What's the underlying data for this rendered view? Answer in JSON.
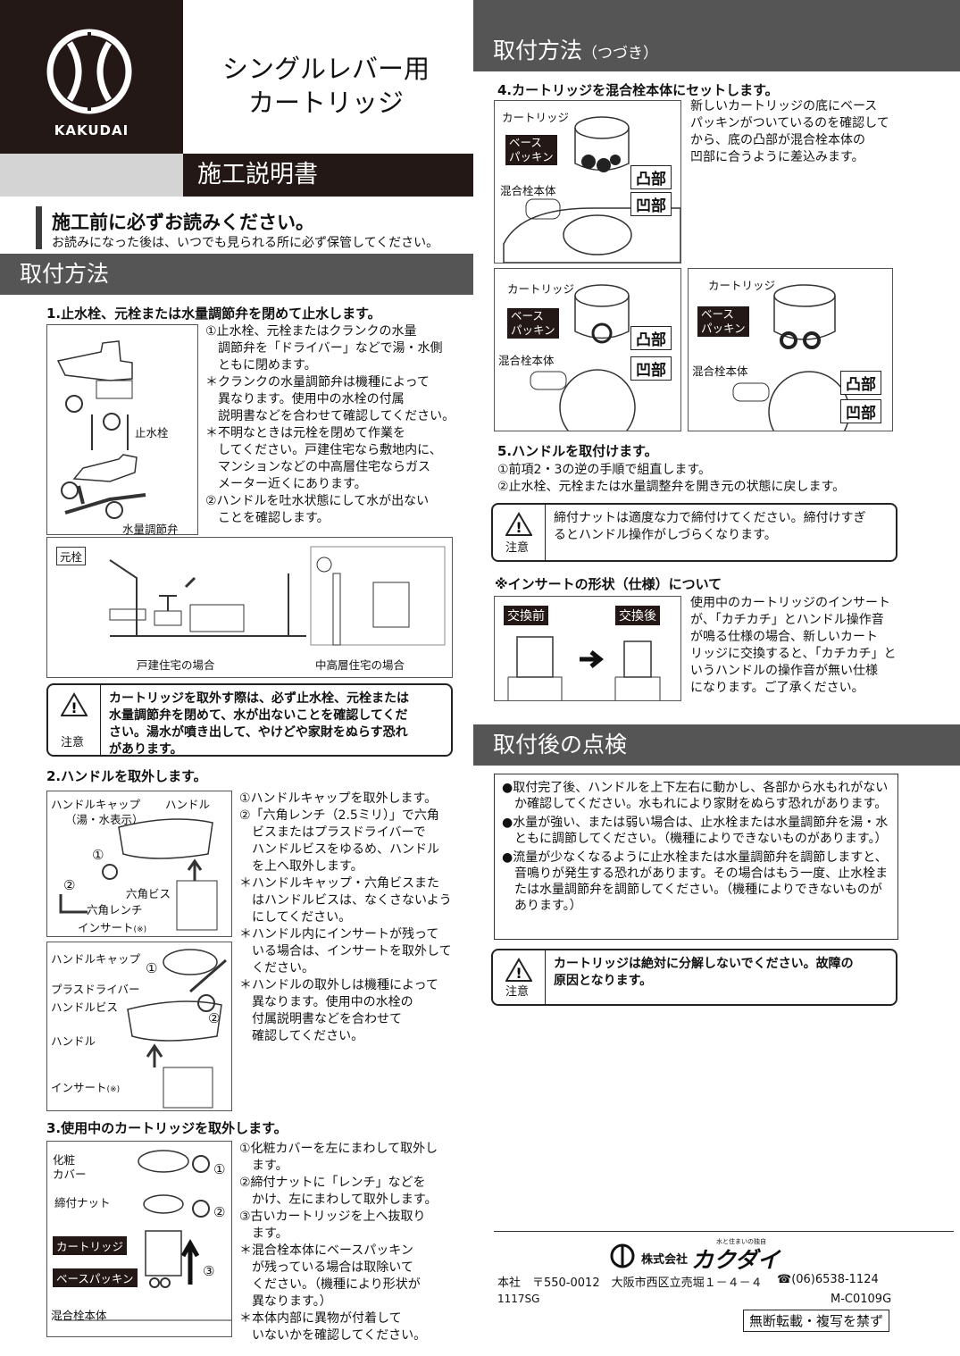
{
  "header": {
    "brand": "KAKUDAI",
    "title_line1": "シングルレバー用",
    "title_line2": "カートリッジ",
    "manual_label": "施工説明書",
    "read_heading": "施工前に必ずお読みください。",
    "read_sub": "お読みになった後は、いつでも見られる所に必ず保管してください。"
  },
  "sec_install": {
    "heading": "取付方法",
    "step1": {
      "title": "1.止水栓、元栓または水量調節弁を閉めて止水します。",
      "lines": [
        "①止水栓、元栓またはクランクの水量",
        "　調節弁を「ドライバー」などで湯・水側",
        "　ともに閉めます。",
        "＊クランクの水量調節弁は機種によって",
        "　異なります。使用中の水栓の付属",
        "　説明書などを合わせて確認してください。",
        "＊不明なときは元栓を閉めて作業を",
        "　してください。戸建住宅なら敷地内に、",
        "　マンションなどの中高層住宅ならガス",
        "　メーター近くにあります。",
        "②ハンドルを吐水状態にして水が出ない",
        "　ことを確認します。"
      ],
      "fig_labels": {
        "stop_valve": "止水栓",
        "flow_valve": "水量調節弁",
        "main_valve": "元栓",
        "house": "戸建住宅の場合",
        "apartment": "中高層住宅の場合"
      }
    },
    "caution1": {
      "word": "注意",
      "lines": [
        "カートリッジを取外す際は、必ず止水栓、元栓または",
        "水量調節弁を閉めて、水が出ないことを確認してくだ",
        "さい。湯水が噴き出して、やけどや家財をぬらす恐れ",
        "があります。"
      ]
    },
    "step2": {
      "title": "2.ハンドルを取外します。",
      "lines": [
        "①ハンドルキャップを取外します。",
        "②「六角レンチ（2.5ミリ）」で六角",
        "　ビスまたはプラスドライバーで",
        "　ハンドルビスをゆるめ、ハンドル",
        "　を上へ取外します。",
        "＊ハンドルキャップ・六角ビスまた",
        "　はハンドルビスは、なくさないよう",
        "　にしてください。",
        "＊ハンドル内にインサートが残って",
        "　いる場合は、インサートを取外して",
        "　ください。",
        "＊ハンドルの取外しは機種によって",
        "　異なります。使用中の水栓の",
        "　付属説明書などを合わせて",
        "　確認してください。"
      ],
      "fig_a": {
        "cap": "ハンドルキャップ",
        "cap_sub": "（湯・水表示）",
        "handle": "ハンドル",
        "hex_screw": "六角ビス",
        "hex_wrench": "六角レンチ",
        "insert": "インサート",
        "insert_mark": "(※)",
        "n1": "①",
        "n2": "②"
      },
      "fig_b": {
        "cap": "ハンドルキャップ",
        "driver": "プラスドライバー",
        "screw": "ハンドルビス",
        "handle": "ハンドル",
        "insert": "インサート",
        "insert_mark": "(※)",
        "n1": "①",
        "n2": "②"
      }
    },
    "step3": {
      "title": "3.使用中のカートリッジを取外します。",
      "lines": [
        "①化粧カバーを左にまわして取外し",
        "　ます。",
        "②締付ナットに「レンチ」などを",
        "　かけ、左にまわして取外します。",
        "③古いカートリッジを上へ抜取り",
        "　ます。",
        "＊混合栓本体にベースパッキン",
        "　が残っている場合は取除いて",
        "　ください。（機種により形状が",
        "　異なります。）",
        "＊本体内部に異物が付着して",
        "　いないかを確認してください。"
      ],
      "fig": {
        "cover1": "化粧",
        "cover2": "カバー",
        "nut": "締付ナット",
        "cartridge": "カートリッジ",
        "packing": "ベースパッキン",
        "body": "混合栓本体",
        "n1": "①",
        "n2": "②",
        "n3": "③"
      }
    }
  },
  "sec_install_cont": {
    "heading": "取付方法",
    "heading_sub": "（つづき）",
    "step4": {
      "title": "4.カートリッジを混合栓本体にセットします。",
      "lines": [
        "新しいカートリッジの底にベース",
        "パッキンがついているのを確認して",
        "から、底の凸部が混合栓本体の",
        "凹部に合うように差込みます。"
      ],
      "fig": {
        "cartridge": "カートリッジ",
        "packing1": "ベース",
        "packing2": "パッキン",
        "body": "混合栓本体",
        "convex": "凸部",
        "concave": "凹部"
      }
    },
    "step5": {
      "title": "5.ハンドルを取付けます。",
      "lines": [
        "①前項2・3の逆の手順で組直します。",
        "②止水栓、元栓または水量調整弁を開き元の状態に戻します。"
      ]
    },
    "caution2": {
      "word": "注意",
      "lines": [
        "締付ナットは適度な力で締付けてください。締付けすぎ",
        "るとハンドル操作がしづらくなります。"
      ]
    },
    "insert_note": {
      "title": "※インサートの形状（仕様）について",
      "before": "交換前",
      "after": "交換後",
      "lines": [
        "使用中のカートリッジのインサート",
        "が、「カチカチ」とハンドル操作音",
        "が鳴る仕様の場合、新しいカート",
        "リッジに交換すると、「カチカチ」と",
        "いうハンドルの操作音が無い仕様",
        "になります。ご了承ください。"
      ]
    }
  },
  "sec_check": {
    "heading": "取付後の点検",
    "items": [
      "●取付完了後、ハンドルを上下左右に動かし、各部から水もれがないか確認してください。水もれにより家財をぬらす恐れがあります。",
      "●水量が強い、または弱い場合は、止水栓または水量調節弁を湯・水ともに調節してください。（機種によりできないものがあります。）",
      "●流量が少なくなるように止水栓または水量調節弁を調節しますと、音鳴りが発生する恐れがあります。その場合はもう一度、止水栓または水量調節弁を調節してください。（機種によりできないものがあります。）"
    ],
    "caution": {
      "word": "注意",
      "lines": [
        "カートリッジは絶対に分解しないでください。故障の",
        "原因となります。"
      ]
    }
  },
  "footer": {
    "tagline": "水と住まいの独自",
    "company_prefix": "株式会社",
    "company": "カクダイ",
    "address": "本社　〒550-0012　大阪市西区立売堀１－４－４",
    "phone": "☎(06)6538-1124",
    "code_left": "1117SG",
    "code_right": "M-C0109G",
    "notice": "無断転載・複写を禁ず"
  },
  "colors": {
    "dark": "#231815",
    "section_gray": "#555555",
    "light_gray": "#d4d4d4"
  }
}
